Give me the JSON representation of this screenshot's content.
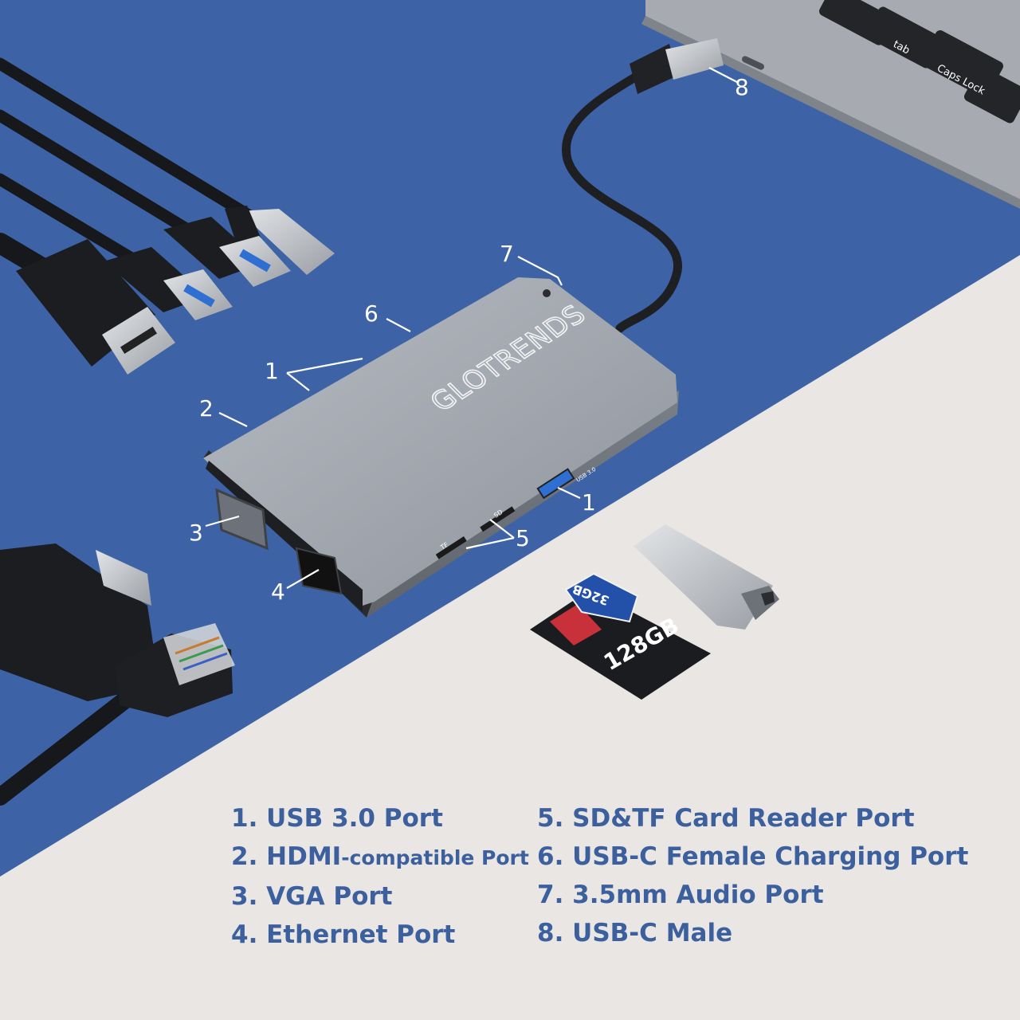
{
  "product": {
    "brand": "GLOTRENDS",
    "sd_card_capacity": "128GB",
    "tf_card_capacity": "32GB",
    "port_labels": {
      "sd": "SD",
      "tf": "TF",
      "usb": "USB 3.0"
    }
  },
  "laptop_keys": {
    "tab": "tab",
    "caps": "Caps Lock"
  },
  "callouts": [
    "1",
    "1",
    "2",
    "3",
    "4",
    "5",
    "6",
    "7",
    "8"
  ],
  "legend": {
    "left": [
      {
        "number": "1.",
        "text": "USB 3.0 Port",
        "suffix": ""
      },
      {
        "number": "2.",
        "text": "HDMI",
        "suffix": "-compatible Port"
      },
      {
        "number": "3.",
        "text": "VGA Port",
        "suffix": ""
      },
      {
        "number": "4.",
        "text": "Ethernet Port",
        "suffix": ""
      }
    ],
    "right": [
      {
        "number": "5.",
        "text": "SD&TF Card Reader Port",
        "suffix": ""
      },
      {
        "number": "6.",
        "text": "USB-C Female Charging Port",
        "suffix": ""
      },
      {
        "number": "7.",
        "text": "3.5mm Audio Port",
        "suffix": ""
      },
      {
        "number": "8.",
        "text": "USB-C Male",
        "suffix": ""
      }
    ]
  },
  "colors": {
    "background_blue": "#3d63a6",
    "background_light": "#e9e6e3",
    "legend_text": "#3c5f9e",
    "hub_gray": "#9aa0a8",
    "laptop_gray": "#a7abb1"
  }
}
